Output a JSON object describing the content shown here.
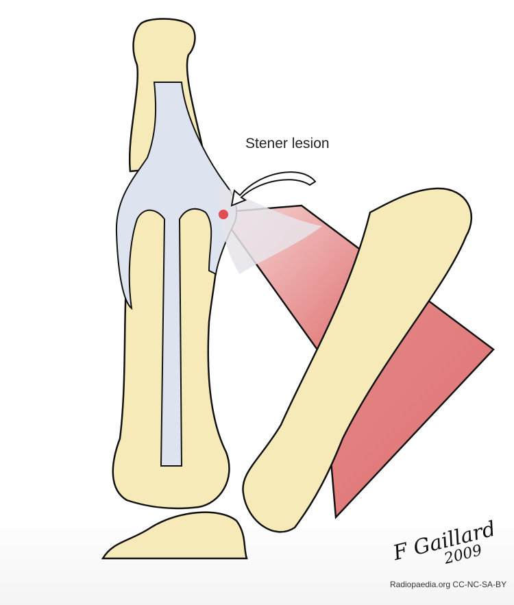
{
  "annotation": {
    "label": "Stener lesion"
  },
  "signature": {
    "name": "F Gaillard",
    "year": "2009"
  },
  "credit": "Radiopaedia.org CC-NC-SA-BY",
  "colors": {
    "bone": "#f6eab8",
    "ligament": "#dde3ef",
    "muscle": "#e58a8a",
    "lesion": "#e0323a",
    "outline": "#111111"
  }
}
